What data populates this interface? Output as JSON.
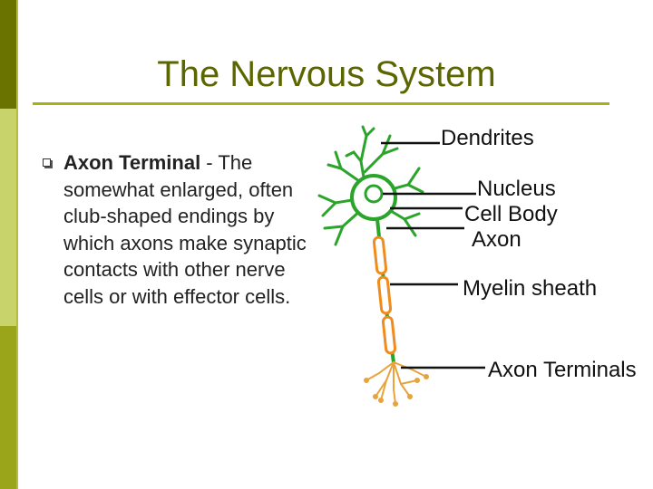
{
  "slide": {
    "title": "The Nervous System"
  },
  "bullet": {
    "term": "Axon Terminal",
    "text": " - The somewhat enlarged, often club-shaped endings by which axons make synaptic contacts with other nerve cells or with effector cells."
  },
  "diagram": {
    "labels": {
      "dendrites": "Dendrites",
      "nucleus": "Nucleus",
      "cell_body": "Cell Body",
      "axon": "Axon",
      "myelin": "Myelin sheath",
      "axon_terminals": "Axon Terminals"
    },
    "colors": {
      "neuron": "#2aa52a",
      "myelin": "#f08c1e",
      "terminals": "#e8a33c"
    }
  },
  "theme": {
    "accent": "#a9b10f",
    "title_color": "#5c6600"
  }
}
